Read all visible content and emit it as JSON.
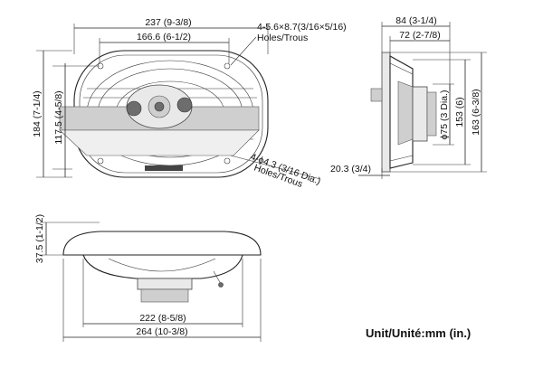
{
  "front_view": {
    "width_label": "237 (9-3/8)",
    "inner_width_label": "166.6 (6-1/2)",
    "holes_label": "4-5.6×8.7(3/16×5/16)",
    "holes_sub": "Holes/Trous",
    "height_label": "184 (7-1/4)",
    "inner_height_label": "117.5 (4-5/8)",
    "mount_holes_label": "4-ϕ4.3 (3/16 Dia.)",
    "mount_holes_sub": "Holes/Trous"
  },
  "side_view": {
    "depth_label": "84 (3-1/4)",
    "inner_depth_label": "72 (2-7/8)",
    "magnet_dia_label": "ϕ75 (3 Dia.)",
    "mid_height_label": "153 (6)",
    "total_height_label": "163 (6-3/8)",
    "flange_label": "20.3 (3/4)"
  },
  "bottom_view": {
    "height_label": "37.5 (1-1/2)",
    "inner_width_label": "222 (8-5/8)",
    "total_width_label": "264 (10-3/8)"
  },
  "unit_label": "Unit/Unité:mm (in.)"
}
